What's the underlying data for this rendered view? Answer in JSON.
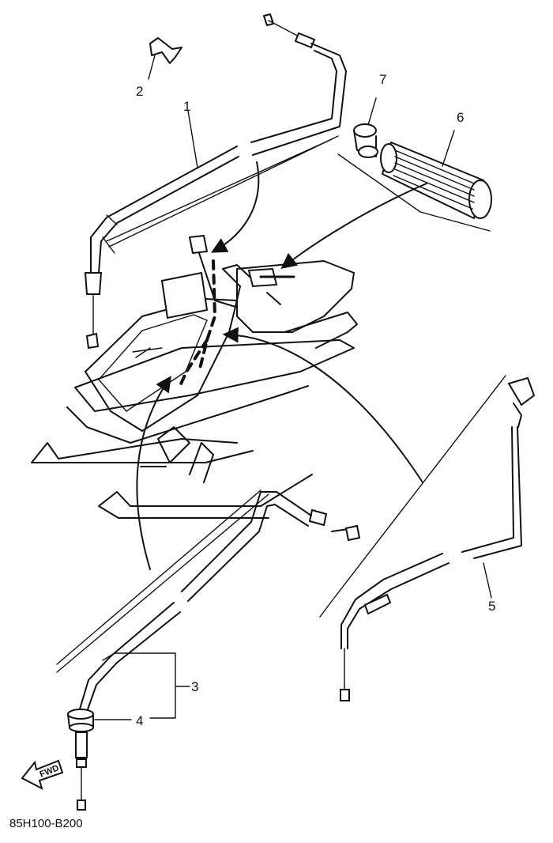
{
  "callouts": {
    "c1": "1",
    "c2": "2",
    "c3": "3",
    "c4": "4",
    "c5": "5",
    "c6": "6",
    "c7": "7"
  },
  "fwd_label": "FWD",
  "drawing_code": "85H100-B200"
}
